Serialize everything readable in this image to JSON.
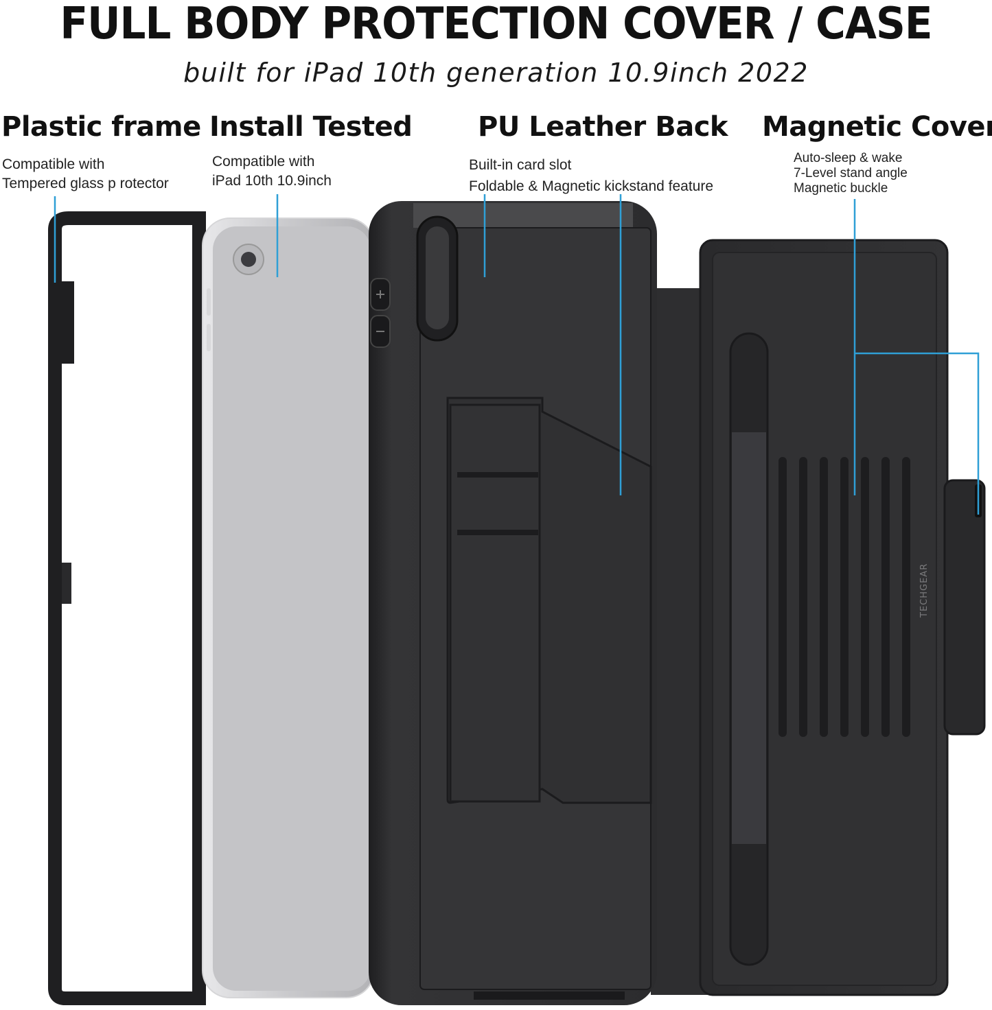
{
  "header": {
    "title": "FULL BODY PROTECTION COVER / CASE",
    "subtitle": "built for  iPad 10th generation 10.9inch 2022"
  },
  "features": [
    {
      "heading": "Plastic frame",
      "lines": [
        "Compatible with",
        "Tempered glass p rotector"
      ]
    },
    {
      "heading": "Install Tested",
      "lines": [
        "Compatible with",
        "iPad 10th 10.9inch"
      ]
    },
    {
      "heading": "PU Leather Back",
      "lines": [
        "Built-in card slot",
        "Foldable & Magnetic kickstand feature"
      ]
    },
    {
      "heading": "Magnetic Cover",
      "lines": [
        "Auto-sleep & wake",
        "7-Level stand angle",
        "Magnetic buckle"
      ]
    }
  ],
  "product": {
    "brand_mark": "TECHGEAR"
  },
  "colors": {
    "callout_line": "#2f9fd6",
    "case_dark": "#2b2b2d",
    "case_mid": "#3a3a3c"
  }
}
